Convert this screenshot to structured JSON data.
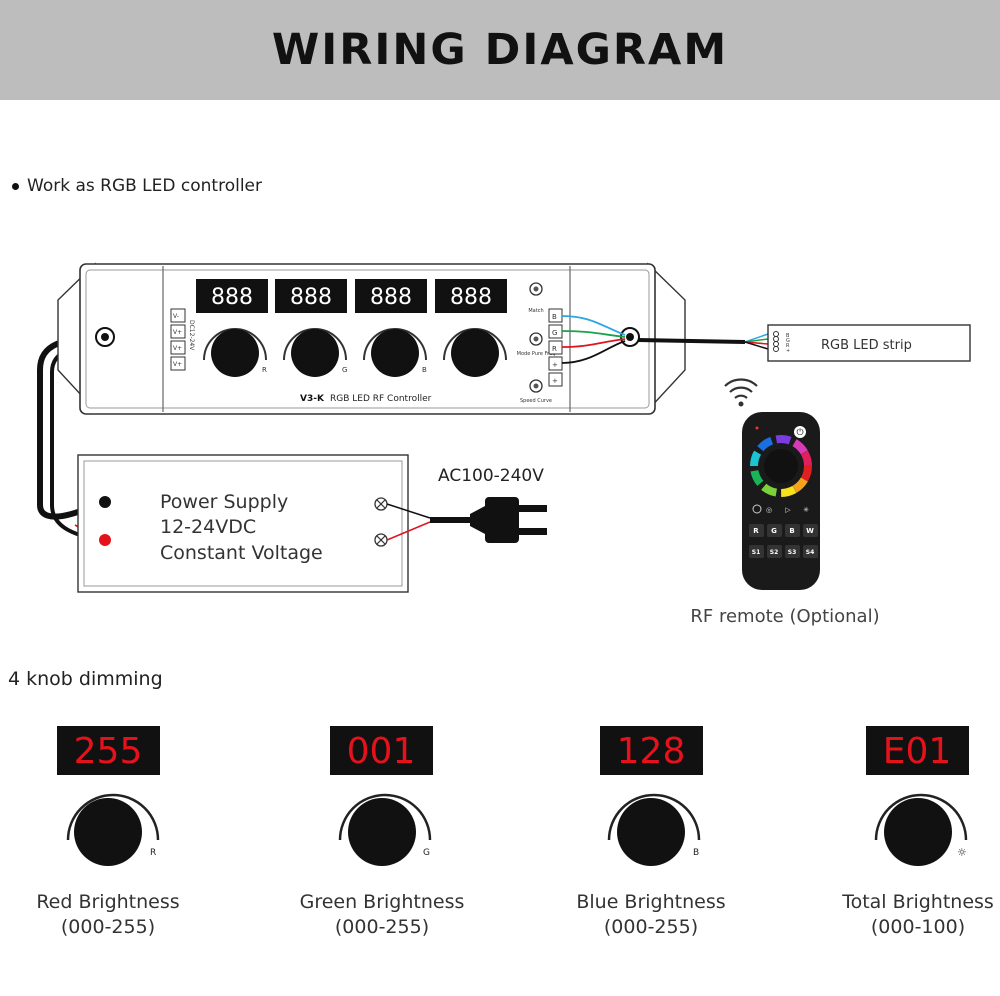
{
  "header": {
    "title": "WIRING DIAGRAM"
  },
  "intro": {
    "text": "Work as RGB LED controller"
  },
  "controller": {
    "model": "V3-K",
    "name": "RGB LED RF Controller",
    "display_digits": [
      "888",
      "888",
      "888",
      "888"
    ],
    "knob_labels": [
      "R",
      "G",
      "B"
    ],
    "left_terminals": [
      "V-",
      "V+",
      "V+",
      "V+"
    ],
    "input_label": "DC12-24V",
    "right_terminals": [
      "B",
      "G",
      "R",
      "+",
      "+"
    ],
    "buttons": [
      "Match",
      "Mode Pure Freq",
      "Speed Curve"
    ]
  },
  "strip": {
    "label": "RGB LED strip",
    "pins": [
      "B",
      "G",
      "R",
      "+"
    ]
  },
  "power_supply": {
    "line1": "Power Supply",
    "line2": "12-24VDC",
    "line3": "Constant Voltage"
  },
  "ac": {
    "label": "AC100-240V"
  },
  "remote": {
    "caption": "RF remote (Optional)",
    "row_color": [
      "R",
      "G",
      "B",
      "W"
    ],
    "row_scene": [
      "S1",
      "S2",
      "S3",
      "S4"
    ]
  },
  "dimming": {
    "title": "4 knob dimming",
    "knobs": [
      {
        "display": "255",
        "knob_label": "R",
        "name": "Red Brightness",
        "range": "(000-255)"
      },
      {
        "display": "001",
        "knob_label": "G",
        "name": "Green Brightness",
        "range": "(000-255)"
      },
      {
        "display": "128",
        "knob_label": "B",
        "name": "Blue Brightness",
        "range": "(000-255)"
      },
      {
        "display": "E01",
        "knob_label": "☼",
        "name": "Total Brightness",
        "range": "(000-100)"
      }
    ]
  },
  "colors": {
    "led_red": "#e5121c",
    "wire_red": "#e0141e",
    "wire_green": "#18a34a",
    "wire_blue": "#2aa7e0",
    "banner": "#bdbdbd"
  }
}
